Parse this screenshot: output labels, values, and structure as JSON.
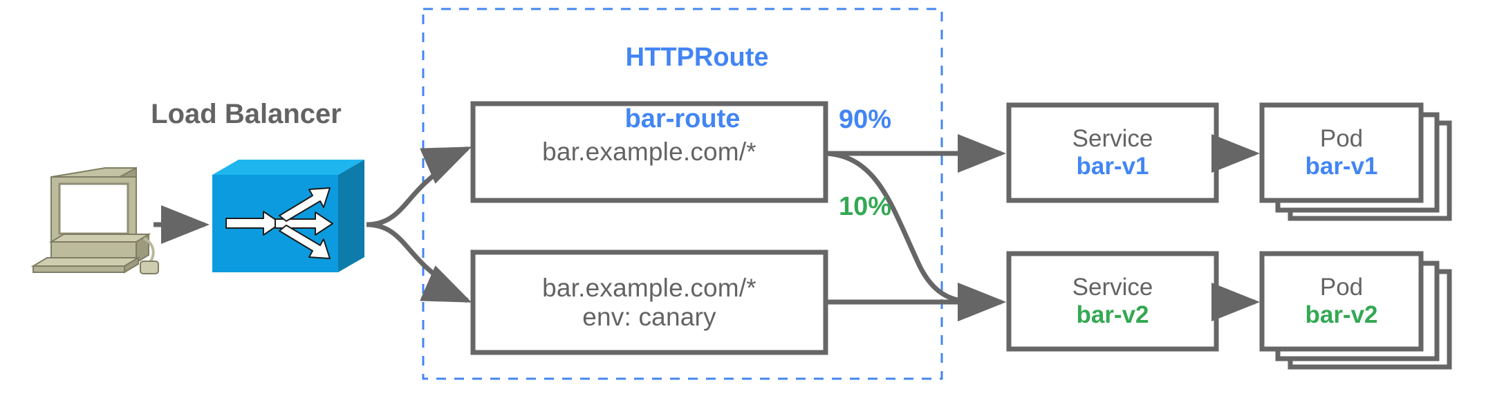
{
  "diagram": {
    "title_hidden": "",
    "client": {
      "icon": "desktop-computer-icon"
    },
    "load_balancer": {
      "label": "Load Balancer",
      "icon": "load-balancer-switch-icon"
    },
    "httproute_group": {
      "kind": "HTTPRoute",
      "name": "bar-route",
      "border_color": "#4285f4",
      "border_style": "dashed"
    },
    "rules": [
      {
        "id": "rule-1",
        "lines": [
          "bar.example.com/*"
        ]
      },
      {
        "id": "rule-2",
        "lines": [
          "bar.example.com/*",
          "env: canary"
        ]
      }
    ],
    "weights": [
      {
        "value": "90%",
        "color": "#4285f4",
        "target": "bar-v1"
      },
      {
        "value": "10%",
        "color": "#34a853",
        "target": "bar-v2"
      }
    ],
    "backends": [
      {
        "service": {
          "kind": "Service",
          "name": "bar-v1",
          "color": "#4285f4"
        },
        "pod": {
          "kind": "Pod",
          "name": "bar-v1",
          "color": "#4285f4",
          "replicas_stacked": 3
        }
      },
      {
        "service": {
          "kind": "Service",
          "name": "bar-v2",
          "color": "#34a853"
        },
        "pod": {
          "kind": "Pod",
          "name": "bar-v2",
          "color": "#34a853",
          "replicas_stacked": 3
        }
      }
    ],
    "colors": {
      "stroke": "#666666",
      "blue": "#4285f4",
      "green": "#34a853",
      "text_gray": "#636363",
      "switch_blue": "#0c9bde",
      "switch_blue_top": "#1fb6f0",
      "switch_blue_side": "#0d7cab",
      "pc_body": "#b8b795",
      "pc_dark": "#8f8e72"
    }
  }
}
